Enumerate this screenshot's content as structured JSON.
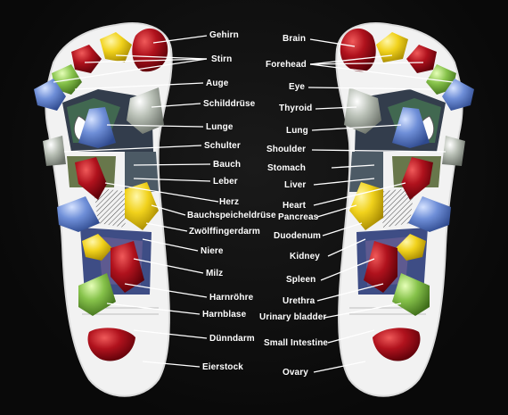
{
  "image": {
    "subject": "Foot reflexology massage mat with colored nubs and organ labels",
    "colors": {
      "background": "#0b0b0b",
      "foot": "#f2f2f2",
      "red": "#b0121d",
      "yellow": "#f1d21c",
      "blue": "#6f8fd8",
      "green": "#86c24a",
      "grey": "#b9c0b6",
      "label": "#ffffff"
    }
  },
  "labels": {
    "german": [
      {
        "id": "gehirn",
        "text": "Gehirn"
      },
      {
        "id": "stirn",
        "text": "Stirn"
      },
      {
        "id": "auge",
        "text": "Auge"
      },
      {
        "id": "schilddruese",
        "text": "Schilddrüse"
      },
      {
        "id": "lunge",
        "text": "Lunge"
      },
      {
        "id": "schulter",
        "text": "Schulter"
      },
      {
        "id": "bauch",
        "text": "Bauch"
      },
      {
        "id": "leber",
        "text": "Leber"
      },
      {
        "id": "herz",
        "text": "Herz"
      },
      {
        "id": "bauchspeicheldruese",
        "text": "Bauchspeicheldrüse"
      },
      {
        "id": "zwoelffingerdarm",
        "text": "Zwölffingerdarm"
      },
      {
        "id": "niere",
        "text": "Niere"
      },
      {
        "id": "milz",
        "text": "Milz"
      },
      {
        "id": "harnroehre",
        "text": "Harnröhre"
      },
      {
        "id": "harnblase",
        "text": "Harnblase"
      },
      {
        "id": "duenndarm",
        "text": "Dünndarm"
      },
      {
        "id": "eierstock",
        "text": "Eierstock"
      }
    ],
    "english": [
      {
        "id": "brain",
        "text": "Brain"
      },
      {
        "id": "forehead",
        "text": "Forehead"
      },
      {
        "id": "eye",
        "text": "Eye"
      },
      {
        "id": "thyroid",
        "text": "Thyroid"
      },
      {
        "id": "lung",
        "text": "Lung"
      },
      {
        "id": "shoulder",
        "text": "Shoulder"
      },
      {
        "id": "stomach",
        "text": "Stomach"
      },
      {
        "id": "liver",
        "text": "Liver"
      },
      {
        "id": "heart",
        "text": "Heart"
      },
      {
        "id": "pancreas",
        "text": "Pancreas"
      },
      {
        "id": "duodenum",
        "text": "Duodenum"
      },
      {
        "id": "kidney",
        "text": "Kidney"
      },
      {
        "id": "spleen",
        "text": "Spleen"
      },
      {
        "id": "urethra",
        "text": "Urethra"
      },
      {
        "id": "urinary_bladder",
        "text": "Urinary bladder"
      },
      {
        "id": "small_intestine",
        "text": "Small Intestine"
      },
      {
        "id": "ovary",
        "text": "Ovary"
      }
    ]
  }
}
